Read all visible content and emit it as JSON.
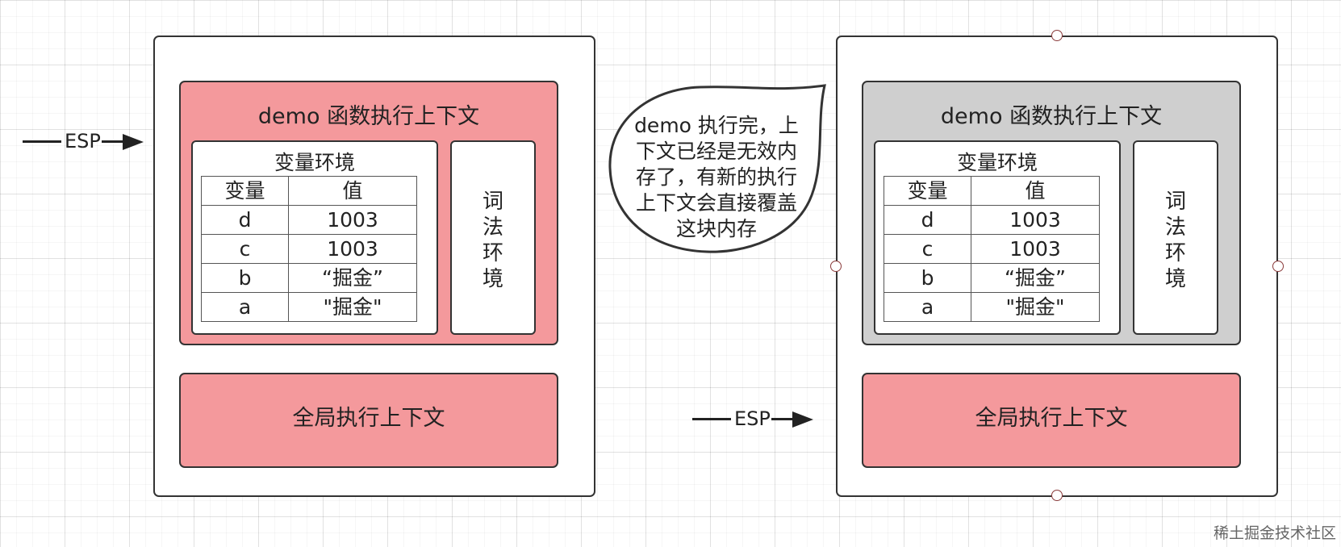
{
  "left_stack": {
    "demo_context_title": "demo 函数执行上下文",
    "variable_env": {
      "title": "变量环境",
      "headers": [
        "变量",
        "值"
      ],
      "rows": [
        [
          "d",
          "1003"
        ],
        [
          "c",
          "1003"
        ],
        [
          "b",
          "“掘金”"
        ],
        [
          "a",
          "\"掘金\""
        ]
      ]
    },
    "lexical_env": [
      "词",
      "法",
      "环",
      "境"
    ],
    "global_context": "全局执行上下文",
    "esp_label": "ESP"
  },
  "right_stack": {
    "demo_context_title": "demo 函数执行上下文",
    "variable_env": {
      "title": "变量环境",
      "headers": [
        "变量",
        "值"
      ],
      "rows": [
        [
          "d",
          "1003"
        ],
        [
          "c",
          "1003"
        ],
        [
          "b",
          "“掘金”"
        ],
        [
          "a",
          "\"掘金\""
        ]
      ]
    },
    "lexical_env": [
      "词",
      "法",
      "环",
      "境"
    ],
    "global_context": "全局执行上下文",
    "esp_label": "ESP"
  },
  "speech_bubble": {
    "lines": [
      "demo 执行完，上",
      "下文已经是无效内",
      "存了，有新的执行",
      "上下文会直接覆盖",
      "这块内存"
    ]
  },
  "watermark": "稀土掘金技术社区",
  "colors": {
    "pink": "#f4999c",
    "gray": "#cfcfcf",
    "border": "#333333"
  }
}
